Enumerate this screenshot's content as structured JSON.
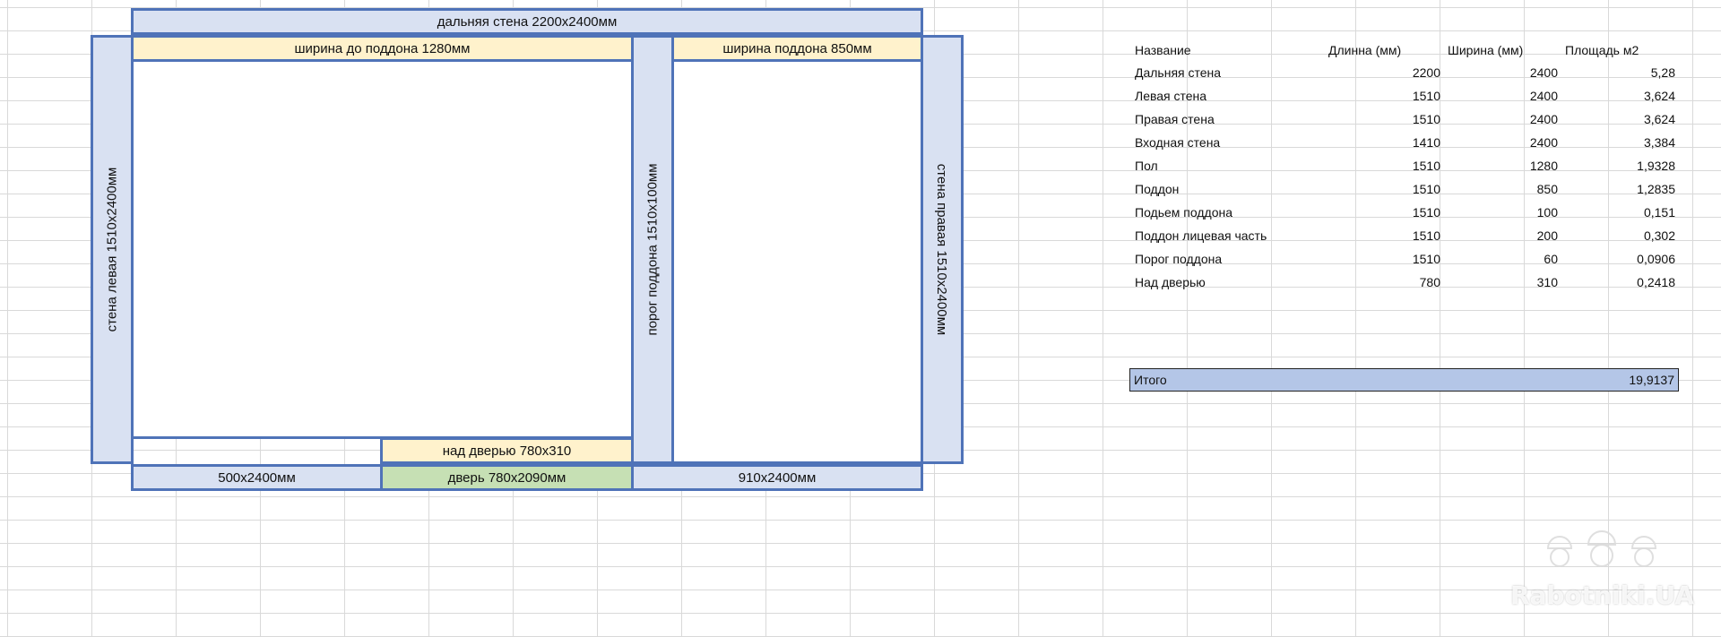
{
  "plan": {
    "far_wall": "дальняя стена 2200x2400мм",
    "width_to_tray": "ширина до поддона 1280мм",
    "tray_width": "ширина поддона 850мм",
    "left_wall": "стена левая 1510x2400мм",
    "tray_threshold": "порог поддона 1510x100мм",
    "right_wall": "стена правая 1510x2400мм",
    "above_door": "над дверью 780x310",
    "bottom_left": "500x2400мм",
    "door": "дверь 780x2090мм",
    "bottom_right": "910x2400мм"
  },
  "table": {
    "headers": [
      "Название",
      "Длинна (мм)",
      "Ширина (мм)",
      "Площадь м2"
    ],
    "rows": [
      [
        "Дальняя стена",
        "2200",
        "2400",
        "5,28"
      ],
      [
        "Левая стена",
        "1510",
        "2400",
        "3,624"
      ],
      [
        "Правая стена",
        "1510",
        "2400",
        "3,624"
      ],
      [
        "Входная стена",
        "1410",
        "2400",
        "3,384"
      ],
      [
        "Пол",
        "1510",
        "1280",
        "1,9328"
      ],
      [
        "Поддон",
        "1510",
        "850",
        "1,2835"
      ],
      [
        "Подьем поддона",
        "1510",
        "100",
        "0,151"
      ],
      [
        "Поддон лицевая часть",
        "1510",
        "200",
        "0,302"
      ],
      [
        "Порог поддона",
        "1510",
        "60",
        "0,0906"
      ],
      [
        "Над дверью",
        "780",
        "310",
        "0,2418"
      ]
    ],
    "total_label": "Итого",
    "total_value": "19,9137"
  },
  "watermark": "Rabotniki.UA",
  "colors": {
    "border": "#4f73b8",
    "wall_fill": "#d9e1f2",
    "label_fill": "#fff2cc",
    "door_fill": "#c6e0b4",
    "total_fill": "#b4c6e7"
  }
}
